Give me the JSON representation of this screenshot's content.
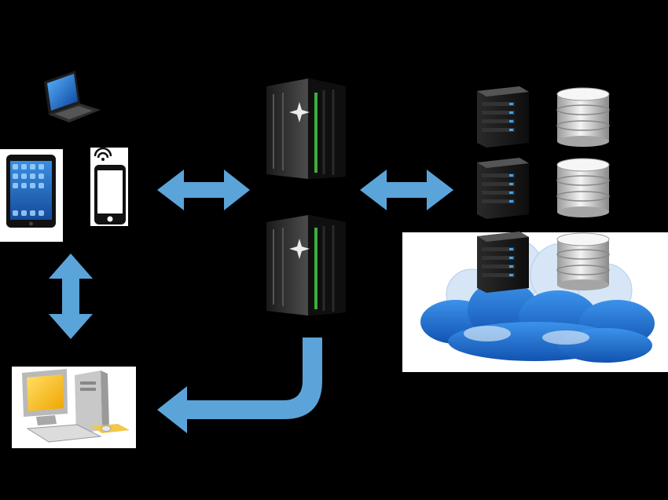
{
  "colors": {
    "background": "#000000",
    "arrow": "#5ba4d9",
    "cloud_dark": "#1f6fcf",
    "cloud_light": "#d6e6f6",
    "server_led": "#3da6ff",
    "mainframe_accent": "#3cae3c",
    "monitor_screen": "#f5b800"
  },
  "icons": {
    "laptop": "laptop-icon",
    "tablet": "tablet-icon",
    "smartphone": "smartphone-icon",
    "desktop_pc": "desktop-computer-icon",
    "mainframe_top": "mainframe-server-icon",
    "mainframe_bottom": "mainframe-server-icon",
    "server": "rack-server-icon",
    "database": "database-icon",
    "cloud": "cloud-icon"
  },
  "connections": [
    {
      "from": "client-devices",
      "to": "mainframe-servers",
      "direction": "bidirectional"
    },
    {
      "from": "mainframe-servers",
      "to": "storage-servers",
      "direction": "bidirectional"
    },
    {
      "from": "mobile-devices",
      "to": "desktop-computer",
      "direction": "bidirectional"
    },
    {
      "from": "mainframe-servers",
      "to": "desktop-computer",
      "direction": "one-way"
    }
  ]
}
